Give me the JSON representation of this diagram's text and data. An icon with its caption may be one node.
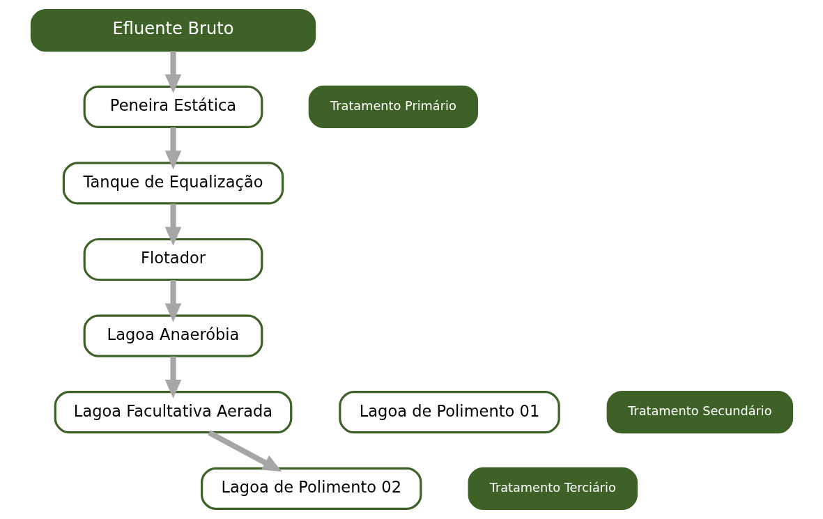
{
  "diagram": {
    "nodes": [
      {
        "text": [
          "Efluente Bruto"
        ]
      },
      {
        "text": [
          "Peneira Estática"
        ]
      },
      {
        "text": [
          "Tanque de Equalização"
        ]
      },
      {
        "text": [
          "Flotador"
        ]
      },
      {
        "text": [
          "Lagoa Anaeróbia"
        ]
      },
      {
        "text": [
          "Lagoa Facultativa Aerada"
        ]
      },
      {
        "text": [
          "Lagoa de Polimento 01"
        ]
      },
      {
        "text": [
          "Lagoa de Polimento 02"
        ]
      },
      {
        "text": [
          "Tratamento Primário"
        ]
      },
      {
        "text": [
          "Tratamento Secundário"
        ]
      },
      {
        "text": [
          "Tratamento Terciário"
        ]
      }
    ],
    "edges": [
      {
        "from": 0,
        "to": 1,
        "arrow": "to"
      },
      {
        "from": 1,
        "to": 2,
        "arrow": "to"
      },
      {
        "from": 2,
        "to": 3,
        "arrow": "to"
      },
      {
        "from": 3,
        "to": 4,
        "arrow": "to"
      },
      {
        "from": 4,
        "to": 5,
        "arrow": "to"
      },
      {
        "from": 5,
        "to": 7,
        "arrow": "to"
      }
    ]
  }
}
